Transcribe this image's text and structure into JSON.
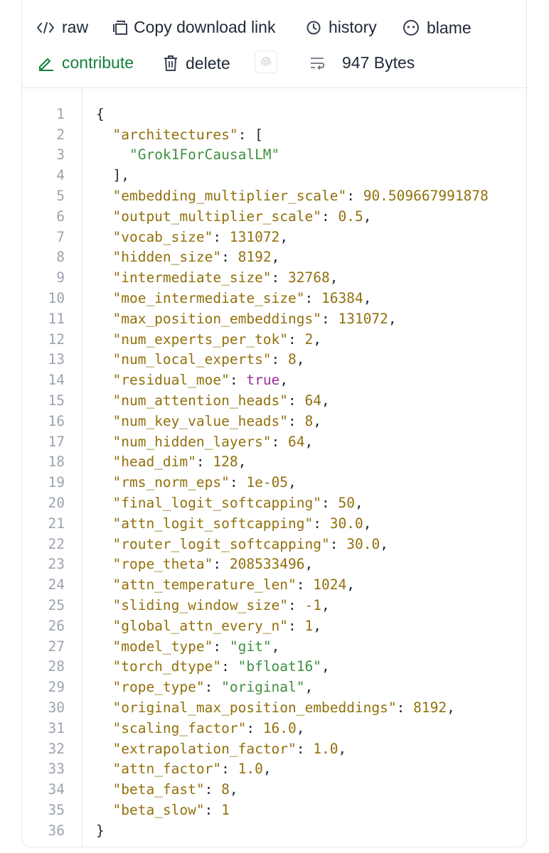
{
  "toolbar": {
    "raw_label": "raw",
    "copy_label": "Copy download link",
    "history_label": "history",
    "blame_label": "blame",
    "contribute_label": "contribute",
    "delete_label": "delete",
    "size_label": "947 Bytes",
    "accent_color": "#15803d"
  },
  "icons": {
    "raw": "code-icon",
    "copy": "copy-icon",
    "history": "clock-icon",
    "blame": "smiley-icon",
    "contribute": "pencil-icon",
    "delete": "trash-icon",
    "safety": "fingerprint-icon",
    "wrap": "wrap-lines-icon"
  },
  "code": {
    "lines": [
      {
        "n": "1",
        "tokens": [
          [
            "p",
            "{"
          ]
        ]
      },
      {
        "n": "2",
        "tokens": [
          [
            "p",
            "  "
          ],
          [
            "k",
            "\"architectures\""
          ],
          [
            "p",
            ": ["
          ]
        ]
      },
      {
        "n": "3",
        "tokens": [
          [
            "p",
            "    "
          ],
          [
            "s",
            "\"Grok1ForCausalLM\""
          ]
        ]
      },
      {
        "n": "4",
        "tokens": [
          [
            "p",
            "  ],"
          ]
        ]
      },
      {
        "n": "5",
        "tokens": [
          [
            "p",
            "  "
          ],
          [
            "k",
            "\"embedding_multiplier_scale\""
          ],
          [
            "p",
            ": "
          ],
          [
            "n",
            "90.509667991878"
          ]
        ]
      },
      {
        "n": "6",
        "tokens": [
          [
            "p",
            "  "
          ],
          [
            "k",
            "\"output_multiplier_scale\""
          ],
          [
            "p",
            ": "
          ],
          [
            "n",
            "0.5"
          ],
          [
            "p",
            ","
          ]
        ]
      },
      {
        "n": "7",
        "tokens": [
          [
            "p",
            "  "
          ],
          [
            "k",
            "\"vocab_size\""
          ],
          [
            "p",
            ": "
          ],
          [
            "n",
            "131072"
          ],
          [
            "p",
            ","
          ]
        ]
      },
      {
        "n": "8",
        "tokens": [
          [
            "p",
            "  "
          ],
          [
            "k",
            "\"hidden_size\""
          ],
          [
            "p",
            ": "
          ],
          [
            "n",
            "8192"
          ],
          [
            "p",
            ","
          ]
        ]
      },
      {
        "n": "9",
        "tokens": [
          [
            "p",
            "  "
          ],
          [
            "k",
            "\"intermediate_size\""
          ],
          [
            "p",
            ": "
          ],
          [
            "n",
            "32768"
          ],
          [
            "p",
            ","
          ]
        ]
      },
      {
        "n": "10",
        "tokens": [
          [
            "p",
            "  "
          ],
          [
            "k",
            "\"moe_intermediate_size\""
          ],
          [
            "p",
            ": "
          ],
          [
            "n",
            "16384"
          ],
          [
            "p",
            ","
          ]
        ]
      },
      {
        "n": "11",
        "tokens": [
          [
            "p",
            "  "
          ],
          [
            "k",
            "\"max_position_embeddings\""
          ],
          [
            "p",
            ": "
          ],
          [
            "n",
            "131072"
          ],
          [
            "p",
            ","
          ]
        ]
      },
      {
        "n": "12",
        "tokens": [
          [
            "p",
            "  "
          ],
          [
            "k",
            "\"num_experts_per_tok\""
          ],
          [
            "p",
            ": "
          ],
          [
            "n",
            "2"
          ],
          [
            "p",
            ","
          ]
        ]
      },
      {
        "n": "13",
        "tokens": [
          [
            "p",
            "  "
          ],
          [
            "k",
            "\"num_local_experts\""
          ],
          [
            "p",
            ": "
          ],
          [
            "n",
            "8"
          ],
          [
            "p",
            ","
          ]
        ]
      },
      {
        "n": "14",
        "tokens": [
          [
            "p",
            "  "
          ],
          [
            "k",
            "\"residual_moe\""
          ],
          [
            "p",
            ": "
          ],
          [
            "b",
            "true"
          ],
          [
            "p",
            ","
          ]
        ]
      },
      {
        "n": "15",
        "tokens": [
          [
            "p",
            "  "
          ],
          [
            "k",
            "\"num_attention_heads\""
          ],
          [
            "p",
            ": "
          ],
          [
            "n",
            "64"
          ],
          [
            "p",
            ","
          ]
        ]
      },
      {
        "n": "16",
        "tokens": [
          [
            "p",
            "  "
          ],
          [
            "k",
            "\"num_key_value_heads\""
          ],
          [
            "p",
            ": "
          ],
          [
            "n",
            "8"
          ],
          [
            "p",
            ","
          ]
        ]
      },
      {
        "n": "17",
        "tokens": [
          [
            "p",
            "  "
          ],
          [
            "k",
            "\"num_hidden_layers\""
          ],
          [
            "p",
            ": "
          ],
          [
            "n",
            "64"
          ],
          [
            "p",
            ","
          ]
        ]
      },
      {
        "n": "18",
        "tokens": [
          [
            "p",
            "  "
          ],
          [
            "k",
            "\"head_dim\""
          ],
          [
            "p",
            ": "
          ],
          [
            "n",
            "128"
          ],
          [
            "p",
            ","
          ]
        ]
      },
      {
        "n": "19",
        "tokens": [
          [
            "p",
            "  "
          ],
          [
            "k",
            "\"rms_norm_eps\""
          ],
          [
            "p",
            ": "
          ],
          [
            "n",
            "1e-05"
          ],
          [
            "p",
            ","
          ]
        ]
      },
      {
        "n": "20",
        "tokens": [
          [
            "p",
            "  "
          ],
          [
            "k",
            "\"final_logit_softcapping\""
          ],
          [
            "p",
            ": "
          ],
          [
            "n",
            "50"
          ],
          [
            "p",
            ","
          ]
        ]
      },
      {
        "n": "21",
        "tokens": [
          [
            "p",
            "  "
          ],
          [
            "k",
            "\"attn_logit_softcapping\""
          ],
          [
            "p",
            ": "
          ],
          [
            "n",
            "30.0"
          ],
          [
            "p",
            ","
          ]
        ]
      },
      {
        "n": "22",
        "tokens": [
          [
            "p",
            "  "
          ],
          [
            "k",
            "\"router_logit_softcapping\""
          ],
          [
            "p",
            ": "
          ],
          [
            "n",
            "30.0"
          ],
          [
            "p",
            ","
          ]
        ]
      },
      {
        "n": "23",
        "tokens": [
          [
            "p",
            "  "
          ],
          [
            "k",
            "\"rope_theta\""
          ],
          [
            "p",
            ": "
          ],
          [
            "n",
            "208533496"
          ],
          [
            "p",
            ","
          ]
        ]
      },
      {
        "n": "24",
        "tokens": [
          [
            "p",
            "  "
          ],
          [
            "k",
            "\"attn_temperature_len\""
          ],
          [
            "p",
            ": "
          ],
          [
            "n",
            "1024"
          ],
          [
            "p",
            ","
          ]
        ]
      },
      {
        "n": "25",
        "tokens": [
          [
            "p",
            "  "
          ],
          [
            "k",
            "\"sliding_window_size\""
          ],
          [
            "p",
            ": "
          ],
          [
            "n",
            "-1"
          ],
          [
            "p",
            ","
          ]
        ]
      },
      {
        "n": "26",
        "tokens": [
          [
            "p",
            "  "
          ],
          [
            "k",
            "\"global_attn_every_n\""
          ],
          [
            "p",
            ": "
          ],
          [
            "n",
            "1"
          ],
          [
            "p",
            ","
          ]
        ]
      },
      {
        "n": "27",
        "tokens": [
          [
            "p",
            "  "
          ],
          [
            "k",
            "\"model_type\""
          ],
          [
            "p",
            ": "
          ],
          [
            "s",
            "\"git\""
          ],
          [
            "p",
            ","
          ]
        ]
      },
      {
        "n": "28",
        "tokens": [
          [
            "p",
            "  "
          ],
          [
            "k",
            "\"torch_dtype\""
          ],
          [
            "p",
            ": "
          ],
          [
            "s",
            "\"bfloat16\""
          ],
          [
            "p",
            ","
          ]
        ]
      },
      {
        "n": "29",
        "tokens": [
          [
            "p",
            "  "
          ],
          [
            "k",
            "\"rope_type\""
          ],
          [
            "p",
            ": "
          ],
          [
            "s",
            "\"original\""
          ],
          [
            "p",
            ","
          ]
        ]
      },
      {
        "n": "30",
        "tokens": [
          [
            "p",
            "  "
          ],
          [
            "k",
            "\"original_max_position_embeddings\""
          ],
          [
            "p",
            ": "
          ],
          [
            "n",
            "8192"
          ],
          [
            "p",
            ","
          ]
        ]
      },
      {
        "n": "31",
        "tokens": [
          [
            "p",
            "  "
          ],
          [
            "k",
            "\"scaling_factor\""
          ],
          [
            "p",
            ": "
          ],
          [
            "n",
            "16.0"
          ],
          [
            "p",
            ","
          ]
        ]
      },
      {
        "n": "32",
        "tokens": [
          [
            "p",
            "  "
          ],
          [
            "k",
            "\"extrapolation_factor\""
          ],
          [
            "p",
            ": "
          ],
          [
            "n",
            "1.0"
          ],
          [
            "p",
            ","
          ]
        ]
      },
      {
        "n": "33",
        "tokens": [
          [
            "p",
            "  "
          ],
          [
            "k",
            "\"attn_factor\""
          ],
          [
            "p",
            ": "
          ],
          [
            "n",
            "1.0"
          ],
          [
            "p",
            ","
          ]
        ]
      },
      {
        "n": "34",
        "tokens": [
          [
            "p",
            "  "
          ],
          [
            "k",
            "\"beta_fast\""
          ],
          [
            "p",
            ": "
          ],
          [
            "n",
            "8"
          ],
          [
            "p",
            ","
          ]
        ]
      },
      {
        "n": "35",
        "tokens": [
          [
            "p",
            "  "
          ],
          [
            "k",
            "\"beta_slow\""
          ],
          [
            "p",
            ": "
          ],
          [
            "n",
            "1"
          ]
        ]
      },
      {
        "n": "36",
        "tokens": [
          [
            "p",
            "}"
          ]
        ]
      }
    ]
  }
}
